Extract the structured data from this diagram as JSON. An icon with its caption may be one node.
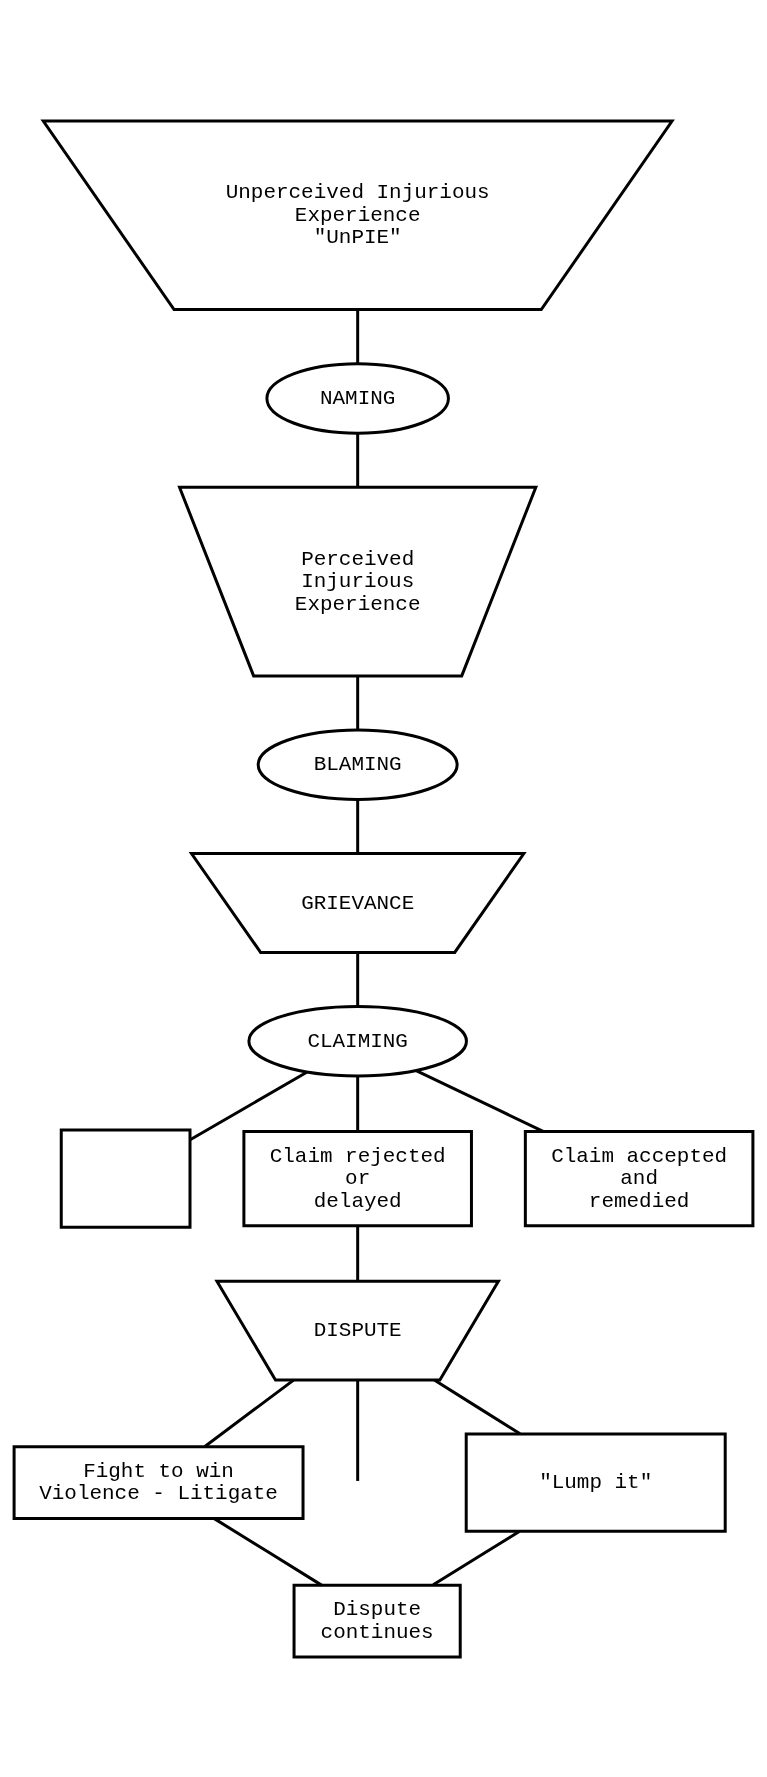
{
  "diagram": {
    "nodes": [
      {
        "text": [
          "Unperceived Injurious Experience \"UnPIE\""
        ]
      },
      {
        "text": [
          "NAMING"
        ]
      },
      {
        "text": [
          "Perceived Injurious Experience"
        ]
      },
      {
        "text": [
          "BLAMING"
        ]
      },
      {
        "text": [
          "GRIEVANCE"
        ]
      },
      {
        "text": [
          "CLAIMING"
        ]
      },
      {
        "text": [],
        "shape": "box"
      },
      {
        "text": [
          "Claim rejected or delayed"
        ]
      },
      {
        "text": [
          "Claim accepted and remedied"
        ]
      },
      {
        "text": [
          "DISPUTE"
        ]
      },
      {
        "text": [
          "\"Lump it\""
        ]
      },
      {
        "text": [
          "Fight to win Violence - Litigate"
        ]
      },
      {
        "text": [
          "Dispute continues"
        ]
      }
    ],
    "edges": [
      {
        "from": 0,
        "to": 1,
        "arrow": "none"
      },
      {
        "from": 1,
        "to": 2,
        "arrow": "none"
      },
      {
        "from": 2,
        "to": 3,
        "arrow": "none"
      },
      {
        "from": 3,
        "to": 4,
        "arrow": "none"
      },
      {
        "from": 4,
        "to": 5,
        "arrow": "none"
      },
      {
        "from": 5,
        "to": 6,
        "arrow": "none"
      },
      {
        "from": 5,
        "to": 7,
        "arrow": "none"
      },
      {
        "from": 5,
        "to": 8,
        "arrow": "none"
      },
      {
        "from": 7,
        "to": 9,
        "arrow": "none"
      },
      {
        "from": 9,
        "to": null,
        "arrow": "none"
      },
      {
        "from": 9,
        "to": 10,
        "arrow": "none"
      },
      {
        "from": 9,
        "to": 11,
        "arrow": "none"
      },
      {
        "from": 10,
        "to": 12,
        "arrow": "none"
      },
      {
        "from": 11,
        "to": 12,
        "arrow": "none"
      }
    ]
  }
}
